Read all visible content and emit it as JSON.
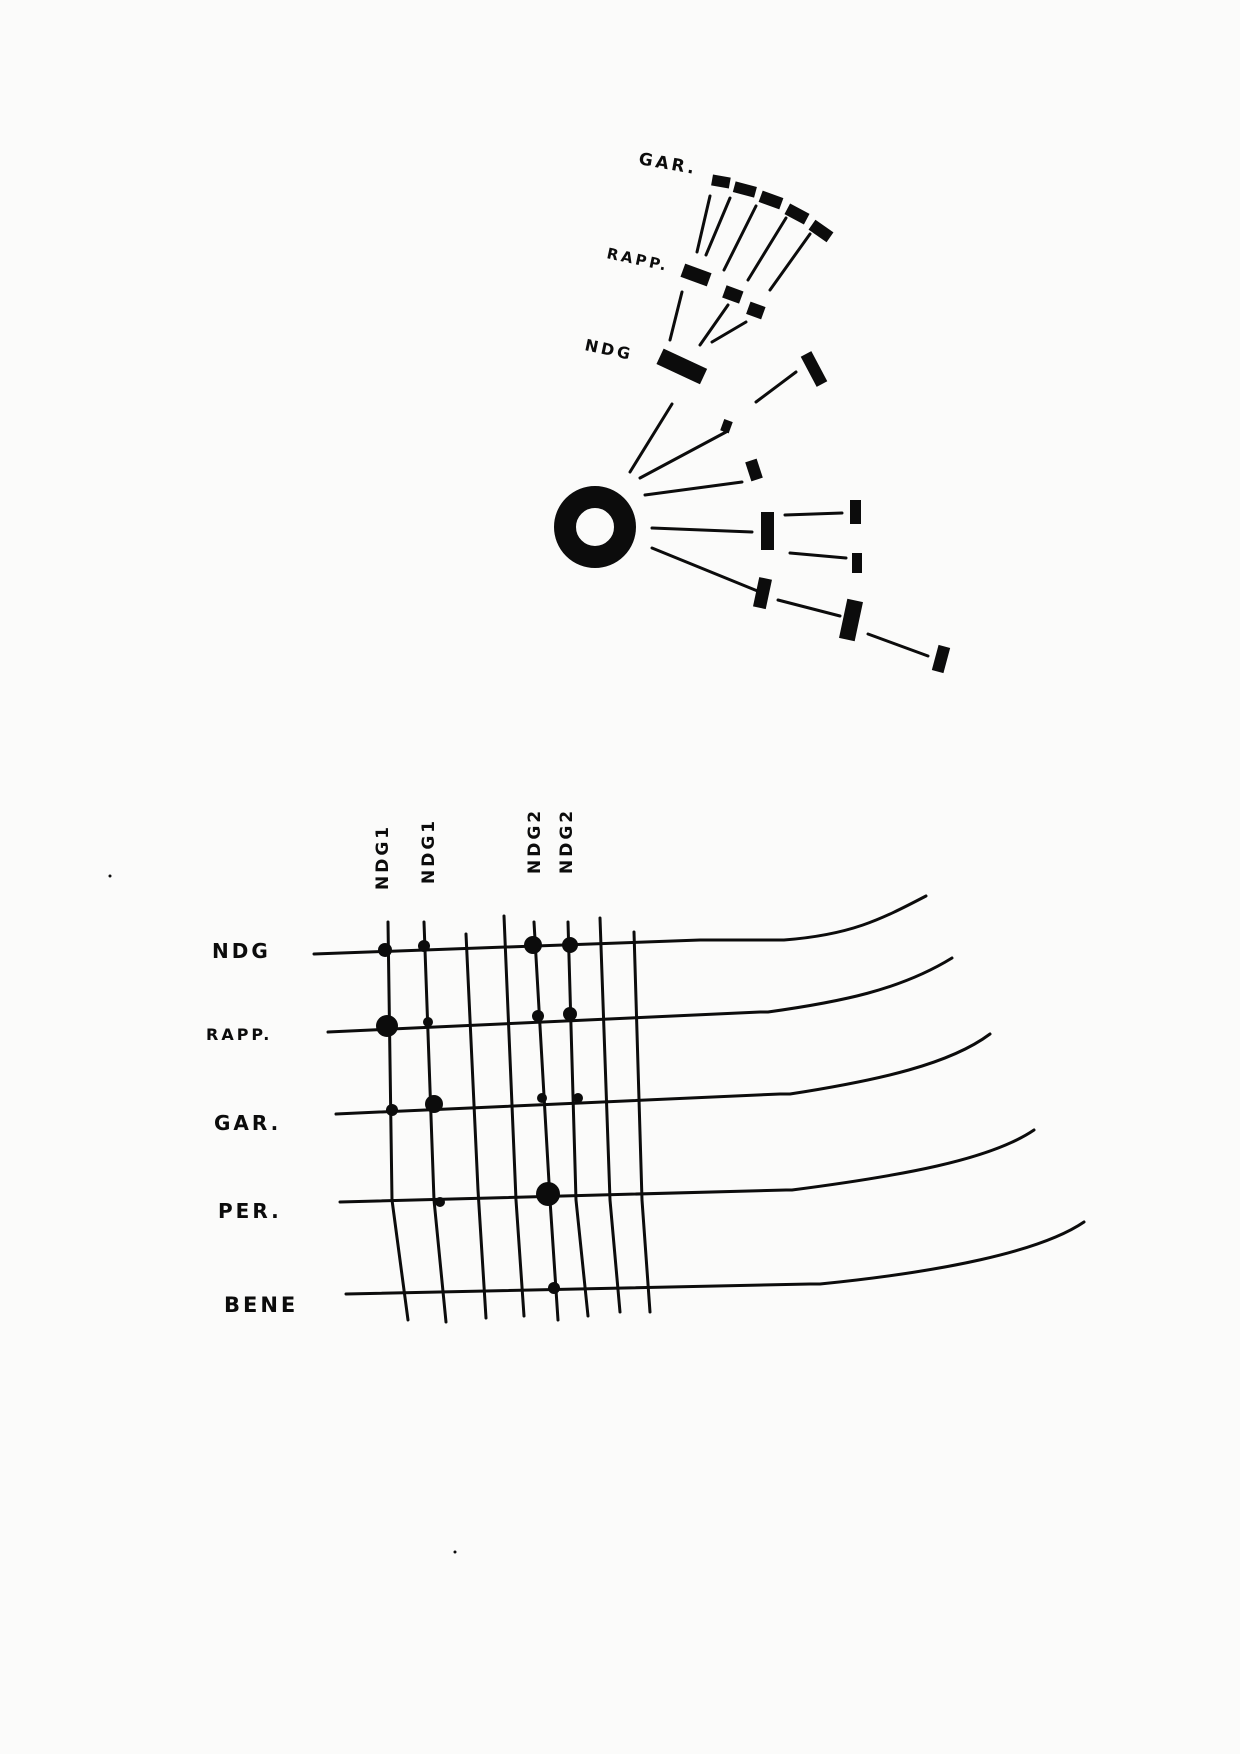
{
  "diagram": {
    "radial": {
      "labels": {
        "gar": "GAR.",
        "rapp": "RAPP.",
        "ndg": "NDG"
      }
    },
    "matrix": {
      "columns": [
        "NDG1",
        "NDG1",
        "NDG2",
        "NDG2"
      ],
      "rows": [
        "NDG",
        "RAPP.",
        "GAR.",
        "PER.",
        "BENE"
      ]
    }
  }
}
